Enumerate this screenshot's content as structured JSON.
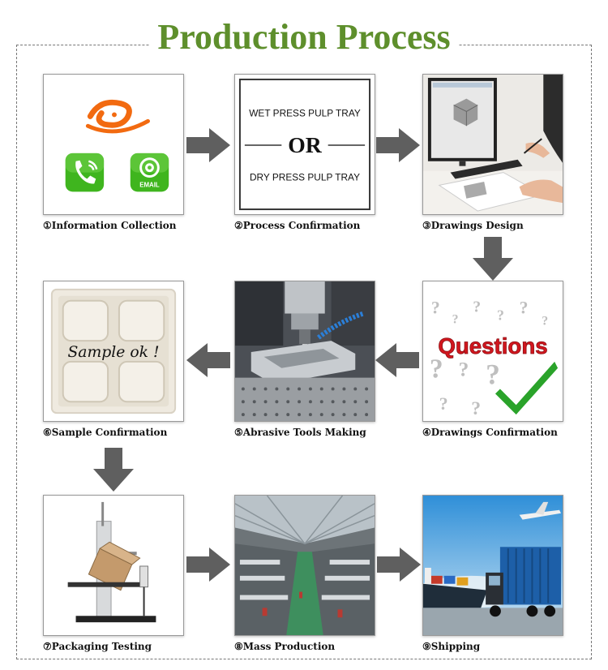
{
  "title": "Production Process",
  "colors": {
    "title": "#5e8f2c",
    "arrow": "#5f5f5f",
    "frame": "#777777"
  },
  "steps": [
    {
      "label": "①Information Collection",
      "icons": [
        "alibaba-logo-icon",
        "phone-icon",
        "email-icon"
      ],
      "email_text": "EMAIL"
    },
    {
      "label": "②Process Confirmation",
      "line1": "WET PRESS PULP TRAY",
      "or": "OR",
      "line2": "DRY PRESS PULP TRAY"
    },
    {
      "label": "③Drawings Design"
    },
    {
      "label": "④Drawings Confirmation",
      "overlay_text": "Questions"
    },
    {
      "label": "⑤Abrasive Tools Making"
    },
    {
      "label": "⑥Sample Confirmation",
      "overlay_text": "Sample ok !"
    },
    {
      "label": "⑦Packaging Testing"
    },
    {
      "label": "⑧Mass Production"
    },
    {
      "label": "⑨Shipping"
    }
  ]
}
